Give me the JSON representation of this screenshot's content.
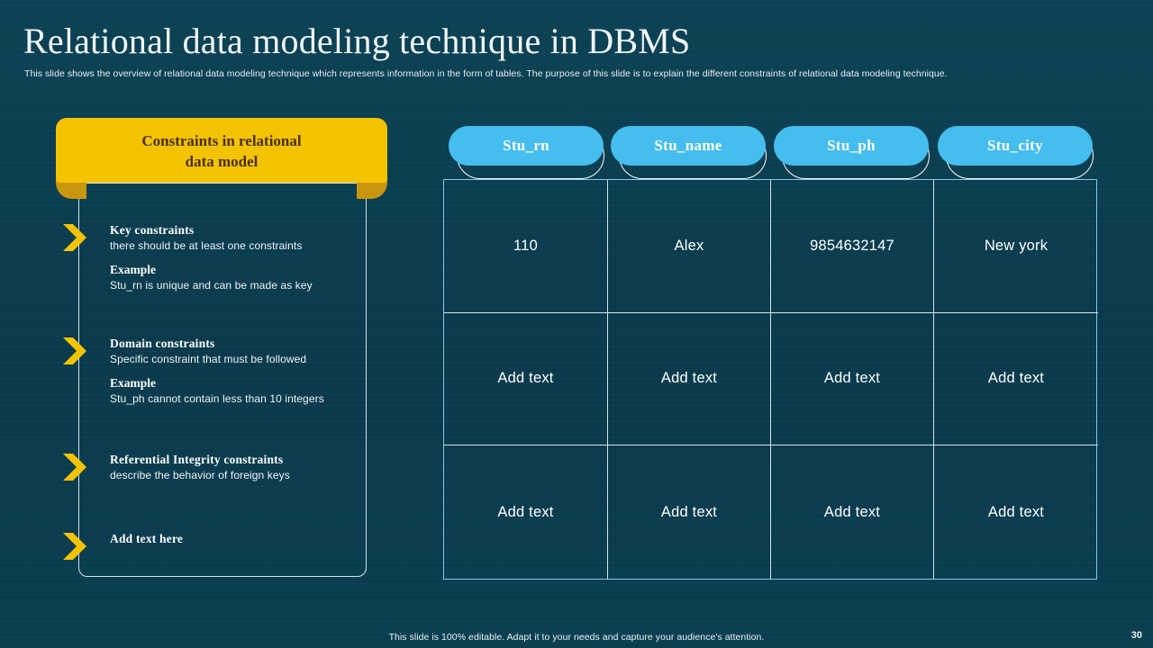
{
  "header": {
    "title": "Relational data modeling technique in DBMS",
    "subtitle": "This slide shows the overview of relational data modeling  technique which represents information in the  form of tables.  The purpose of this slide is to explain the different constraints of relational data modeling  technique."
  },
  "colors": {
    "background": "#0c4255",
    "banner_yellow": "#f4c300",
    "banner_fold": "#c8960c",
    "banner_text": "#4a2f05",
    "chevron_yellow": "#f4c300",
    "header_pill_blue": "#45bdee",
    "grid_line": "#cfe3ea",
    "grid_border": "#7ec9e4",
    "text_white": "#ffffff"
  },
  "left_panel": {
    "banner_title_line1": "Constraints in relational",
    "banner_title_line2": "data model",
    "bullets": [
      {
        "icon": "chevron-right-icon",
        "heading": "Key constraints",
        "description": "there should be  at least one  constraints",
        "example_label": "Example",
        "example_text": "Stu_rn  is unique  and  can be  made  as key"
      },
      {
        "icon": "chevron-right-icon",
        "heading": "Domain  constraints",
        "description": "Specific constraint that must be followed",
        "example_label": "Example",
        "example_text": "Stu_ph cannot contain less than  10 integers"
      },
      {
        "icon": "chevron-right-icon",
        "heading": "Referential Integrity  constraints",
        "description": "describe  the  behavior  of foreign  keys",
        "example_label": "",
        "example_text": ""
      },
      {
        "icon": "chevron-right-icon",
        "heading": "Add  text here",
        "description": "",
        "example_label": "",
        "example_text": ""
      }
    ]
  },
  "table": {
    "columns": [
      "Stu_rn",
      "Stu_name",
      "Stu_ph",
      "Stu_city"
    ],
    "rows": [
      [
        "110",
        "Alex",
        "9854632147",
        "New york"
      ],
      [
        "Add text",
        "Add text",
        "Add text",
        "Add text"
      ],
      [
        "Add text",
        "Add text",
        "Add text",
        "Add text"
      ]
    ]
  },
  "footer": {
    "note": "This slide is 100% editable.  Adapt it to your needs and capture your audience's attention.",
    "page_number": "30"
  }
}
